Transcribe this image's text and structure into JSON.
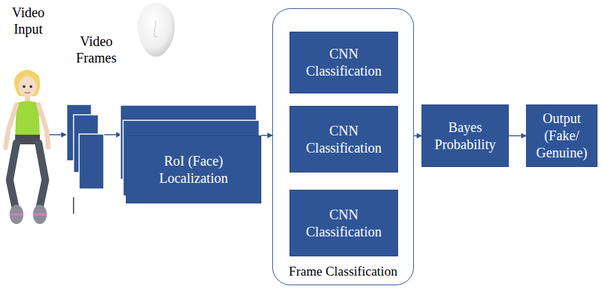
{
  "diagram": {
    "nodes": [
      {
        "text": [
          "RoI (Face) Localization"
        ]
      },
      {
        "text": [
          "Frame Classification"
        ]
      },
      {
        "text": [
          "CNN Classification"
        ],
        "in": 1
      },
      {
        "text": [
          "CNN Classification"
        ],
        "in": 1
      },
      {
        "text": [
          "CNN Classification"
        ],
        "in": 1
      },
      {
        "text": [
          "Bayes Probability"
        ]
      },
      {
        "text": [
          "Output (Fake/ Genuine)"
        ]
      }
    ],
    "edges": [
      {
        "from": 0,
        "to": 1,
        "arrow": "to"
      },
      {
        "from": 1,
        "to": 5,
        "arrow": "to"
      },
      {
        "from": 5,
        "to": 6,
        "arrow": "to"
      }
    ],
    "labels": [
      "Video Input",
      "Video Frames"
    ]
  }
}
